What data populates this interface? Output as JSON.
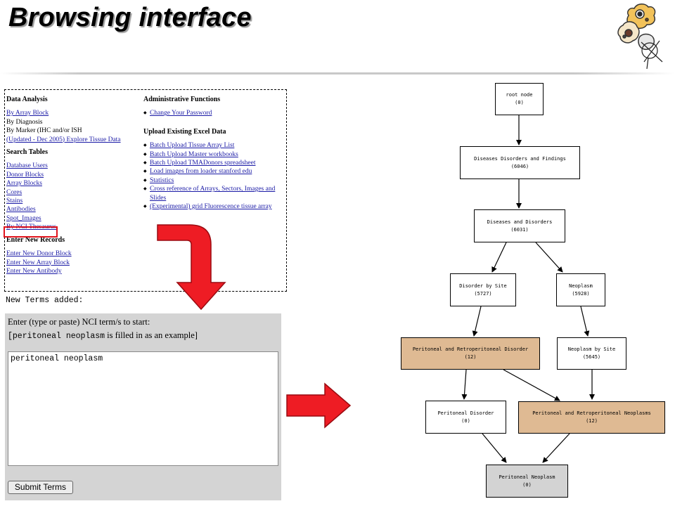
{
  "slide_title": "Browsing interface",
  "colors": {
    "highlight": "#e0141c",
    "arrow_fill": "#ee1c24",
    "node_tan": "#dfba93",
    "node_grey": "#d3d3d3",
    "panel_grey": "#d4d4d4"
  },
  "menu": {
    "left": {
      "data_analysis_heading": "Data Analysis",
      "data_analysis_items": [
        {
          "label": "By Array Block",
          "link": true
        },
        {
          "label": "By Diagnosis",
          "link": false
        },
        {
          "label": "By Marker (IHC and/or ISH",
          "link": false
        },
        {
          "label": "(Updated - Dec 2005) Explore Tissue Data",
          "link": true
        }
      ],
      "search_tables_heading": "Search Tables",
      "search_tables_items": [
        "Database Users",
        "Donor Blocks",
        "Array Blocks",
        "Cores",
        "Stains",
        "Antibodies",
        "Spot_Images",
        "By NCI Thesaurus"
      ],
      "enter_records_heading": "Enter New Records",
      "enter_records_items": [
        "Enter New Donor Block",
        "Enter New Array Block",
        "Enter New Antibody"
      ]
    },
    "right": {
      "admin_heading": "Administrative Functions",
      "admin_items": [
        "Change Your Password"
      ],
      "upload_heading": "Upload Existing Excel Data",
      "upload_items": [
        "Batch Upload Tissue Array List",
        "Batch Upload Master workbooks",
        "Batch Upload TMADonors spreadsheet",
        "Load images from loader stanford edu",
        "Statistics",
        "Cross reference of Arrays, Sectors, Images and Slides",
        "(Experimental) grid Fluorescence tissue array"
      ]
    }
  },
  "new_terms_label": "New Terms added:",
  "form": {
    "instruction": "Enter (type or paste) NCI term/s to start:",
    "example_term": "[peritoneal neoplasm",
    "example_suffix": "is filled in as an example]",
    "textarea_value": "peritoneal neoplasm",
    "submit_label": "Submit Terms"
  },
  "graph": {
    "nodes": [
      {
        "id": "root",
        "label": "root node",
        "count": "(0)",
        "style": "white"
      },
      {
        "id": "ddf",
        "label": "Diseases Disorders and Findings",
        "count": "(6046)",
        "style": "white"
      },
      {
        "id": "dad",
        "label": "Diseases and Disorders",
        "count": "(6031)",
        "style": "white"
      },
      {
        "id": "dbs",
        "label": "Disorder by Site",
        "count": "(5727)",
        "style": "white"
      },
      {
        "id": "neo",
        "label": "Neoplasm",
        "count": "(5928)",
        "style": "white"
      },
      {
        "id": "prd",
        "label": "Peritoneal and Retroperitoneal Disorder",
        "count": "(12)",
        "style": "tan"
      },
      {
        "id": "nbs",
        "label": "Neoplasm by Site",
        "count": "(5645)",
        "style": "white"
      },
      {
        "id": "pd",
        "label": "Peritoneal Disorder",
        "count": "(0)",
        "style": "white"
      },
      {
        "id": "prn",
        "label": "Peritoneal and Retroperitoneal Neoplasms",
        "count": "(12)",
        "style": "tan"
      },
      {
        "id": "pn",
        "label": "Peritoneal Neoplasm",
        "count": "(0)",
        "style": "grey"
      }
    ]
  }
}
